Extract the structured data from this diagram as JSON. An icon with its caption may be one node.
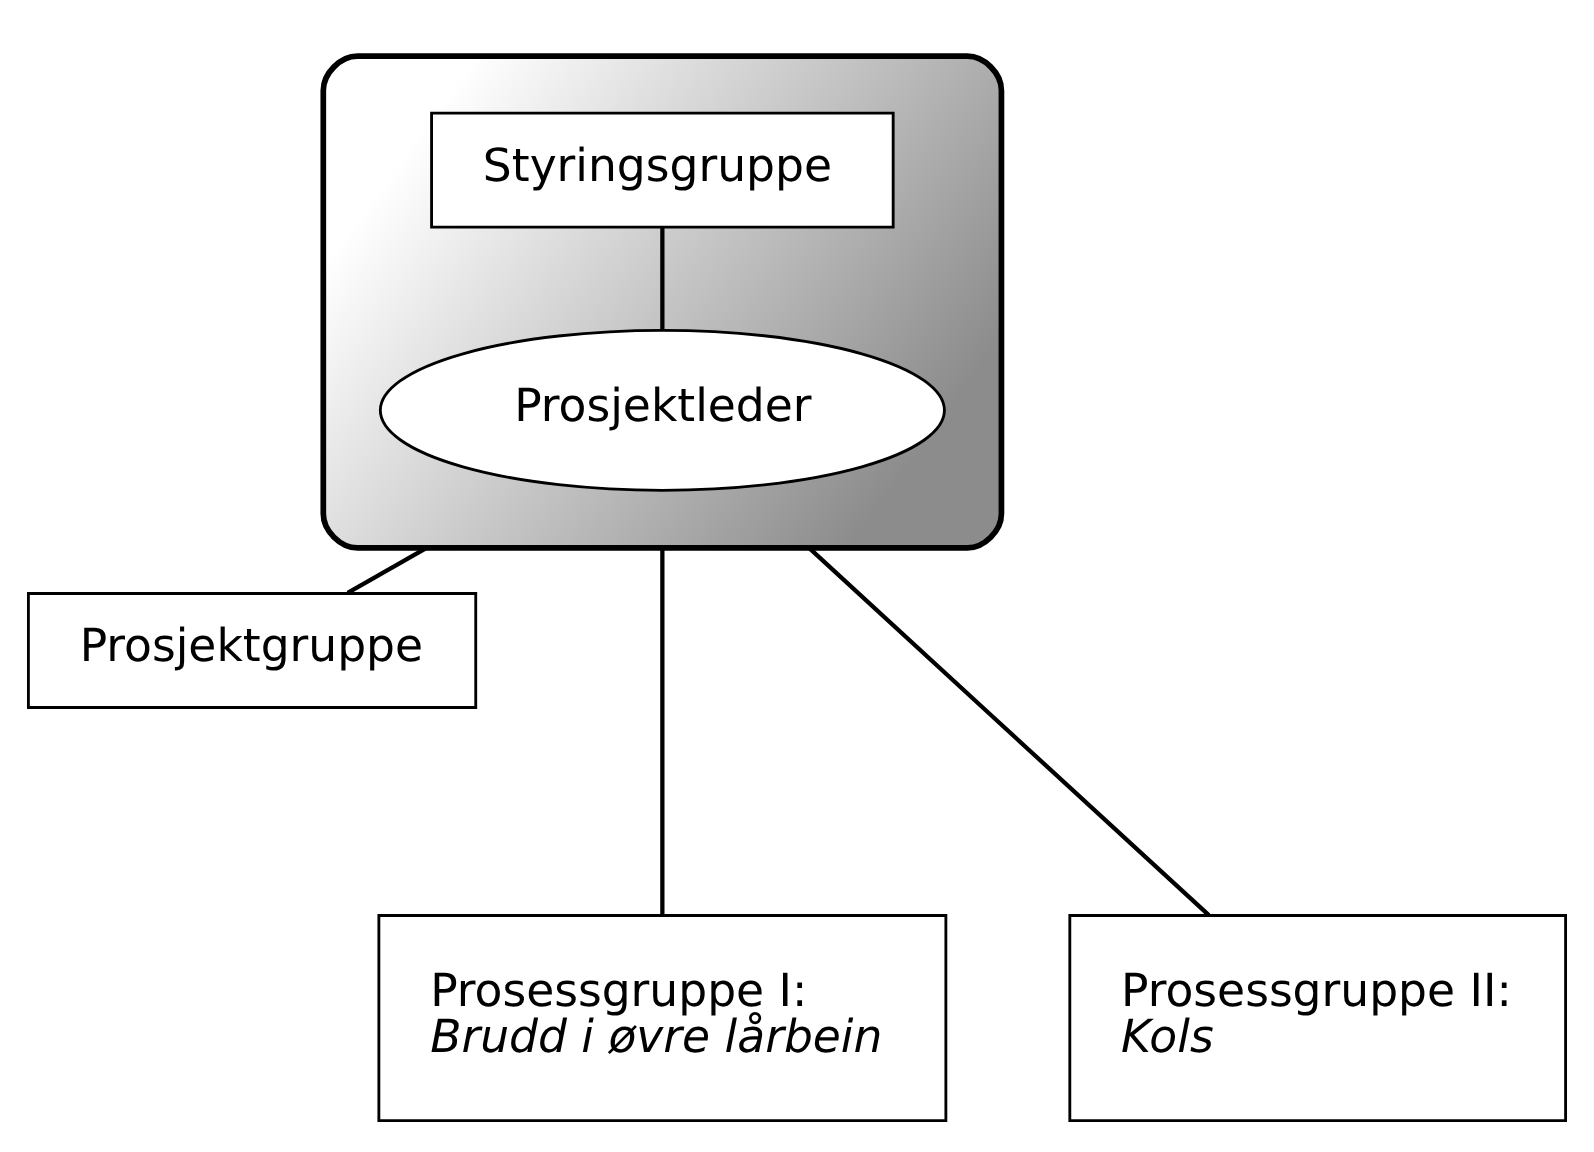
{
  "diagram": {
    "nodes": [
      {
        "text": [],
        "shape": "box"
      },
      {
        "text": [
          "Styringsgruppe"
        ],
        "in": 0
      },
      {
        "text": [
          "Prosjektleder"
        ],
        "in": 0
      },
      {
        "text": [
          "Prosjektgruppe"
        ]
      },
      {
        "text": [
          "Prosessgruppe I:",
          "Brudd i øvre lårbein"
        ]
      },
      {
        "text": [
          "Prosessgruppe II:",
          "Kols"
        ]
      }
    ],
    "edges": [
      {
        "from": 1,
        "to": 2,
        "arrow": "none"
      },
      {
        "from": 0,
        "to": 3,
        "arrow": "none"
      },
      {
        "from": 0,
        "to": 4,
        "arrow": "none"
      },
      {
        "from": 0,
        "to": 5,
        "arrow": "none"
      }
    ]
  }
}
